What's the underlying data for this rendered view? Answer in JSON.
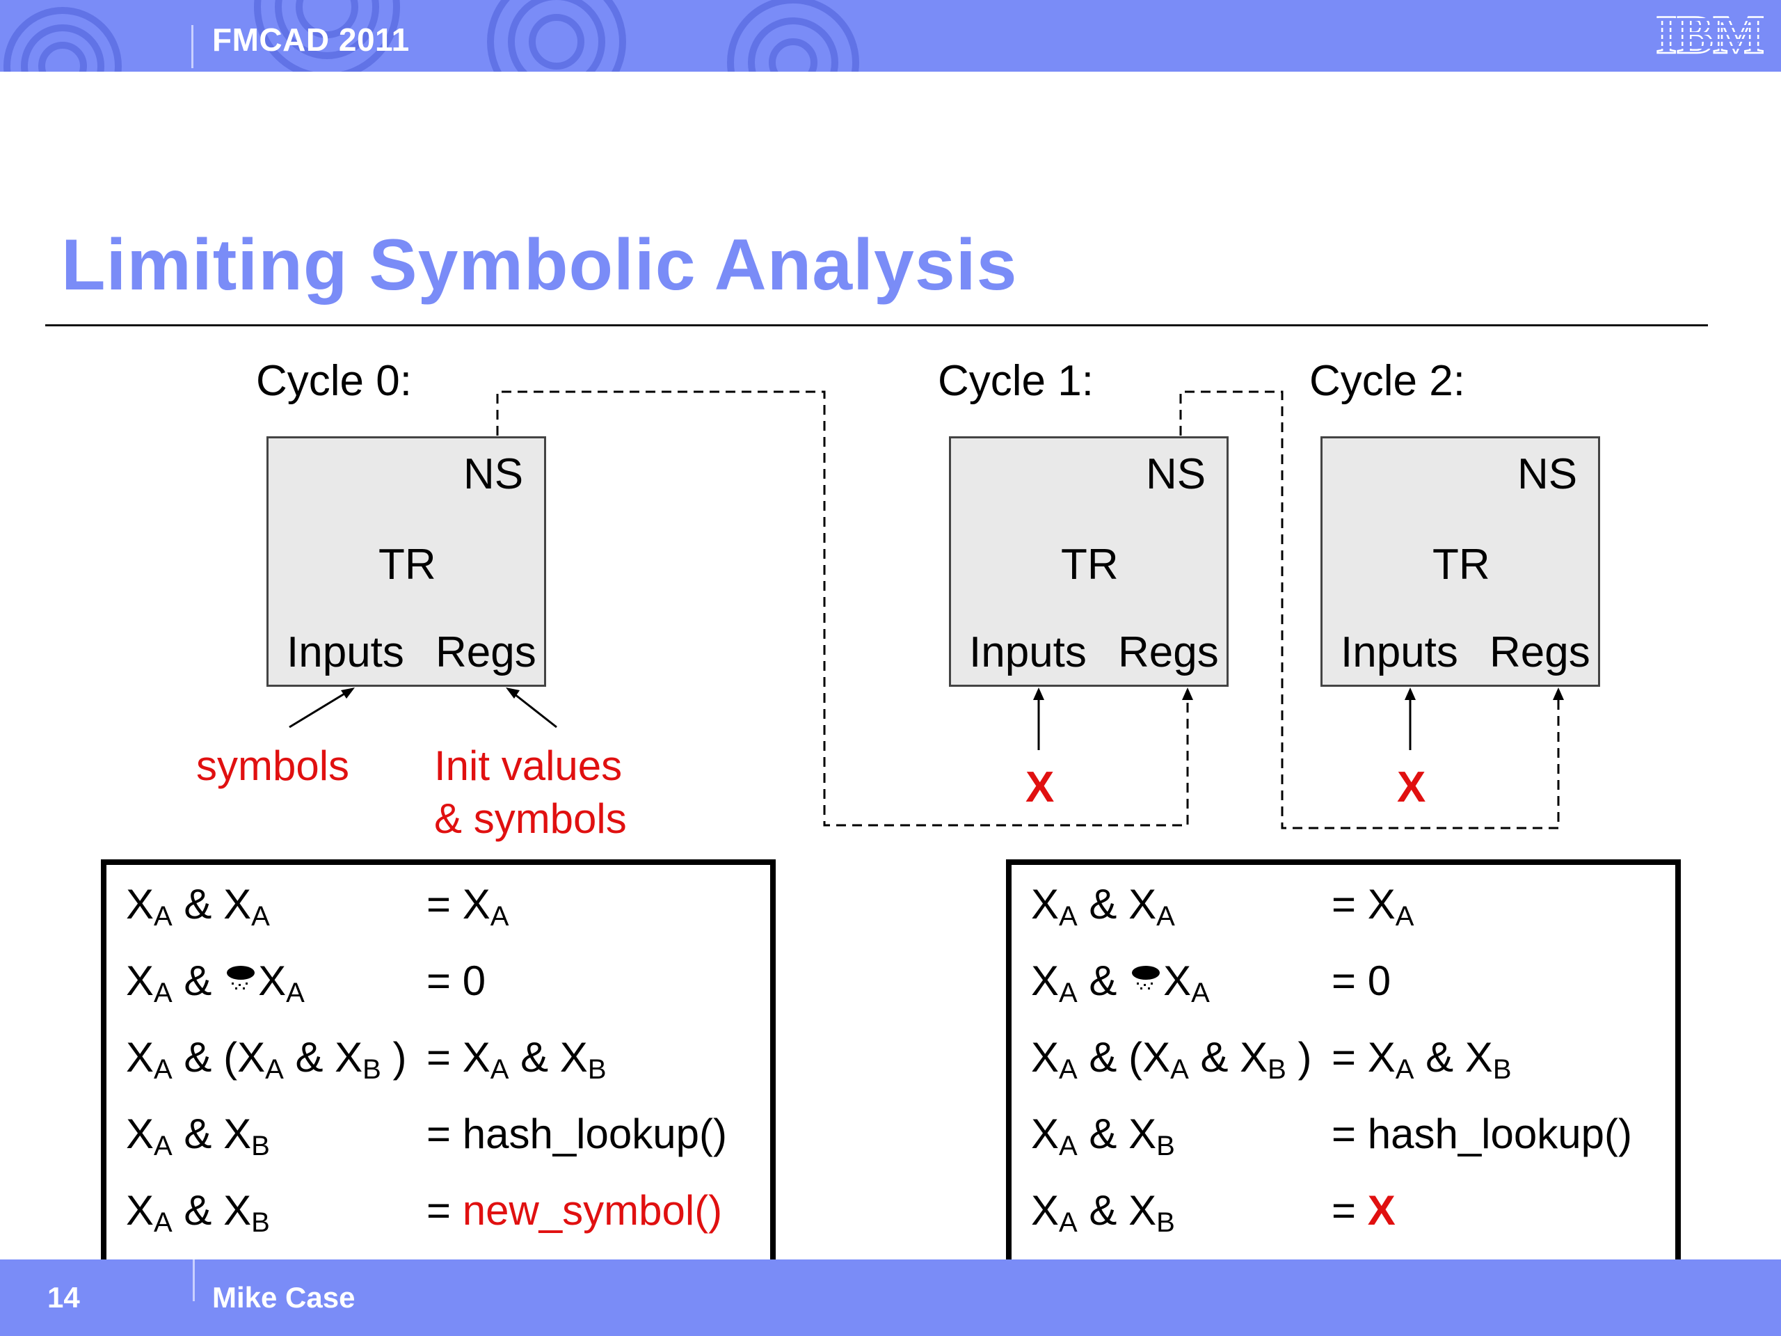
{
  "header": {
    "conference": "FMCAD 2011",
    "logo_text": "IBM"
  },
  "title": "Limiting Symbolic Analysis",
  "footer": {
    "page_number": "14",
    "author": "Mike Case"
  },
  "cycles": [
    {
      "label": "Cycle 0:",
      "ns": "NS",
      "tr": "TR",
      "inputs": "Inputs",
      "regs": "Regs"
    },
    {
      "label": "Cycle 1:",
      "ns": "NS",
      "tr": "TR",
      "inputs": "Inputs",
      "regs": "Regs"
    },
    {
      "label": "Cycle 2:",
      "ns": "NS",
      "tr": "TR",
      "inputs": "Inputs",
      "regs": "Regs"
    }
  ],
  "annotations": {
    "symbols": "symbols",
    "init_values_line1": "Init values",
    "init_values_line2": "& symbols",
    "x_marker": "X"
  },
  "left_table": {
    "rows": [
      {
        "rhs_text": "= X",
        "rhs_sub": "A"
      },
      {
        "rhs_text": "= 0"
      },
      {
        "rhs_text": "= X",
        "rhs_sub": "A",
        "rhs_tail": " & X",
        "rhs_sub2": "B"
      },
      {
        "rhs_text": "= hash_lookup()"
      },
      {
        "rhs_text": "= ",
        "rhs_red": "new_symbol()"
      }
    ]
  },
  "right_table": {
    "rows": [
      {
        "rhs_text": "= X",
        "rhs_sub": "A"
      },
      {
        "rhs_text": "= 0"
      },
      {
        "rhs_text": "= X",
        "rhs_sub": "A",
        "rhs_tail": " & X",
        "rhs_sub2": "B"
      },
      {
        "rhs_text": "= hash_lookup()"
      },
      {
        "rhs_text": "= ",
        "rhs_red": "X"
      }
    ]
  },
  "lhs": {
    "x": "X",
    "a": "A",
    "b": "B",
    "amp": " & ",
    "open": "(",
    "close": " )"
  },
  "colors": {
    "accent": "#7a8cf7",
    "red": "#e01010"
  }
}
